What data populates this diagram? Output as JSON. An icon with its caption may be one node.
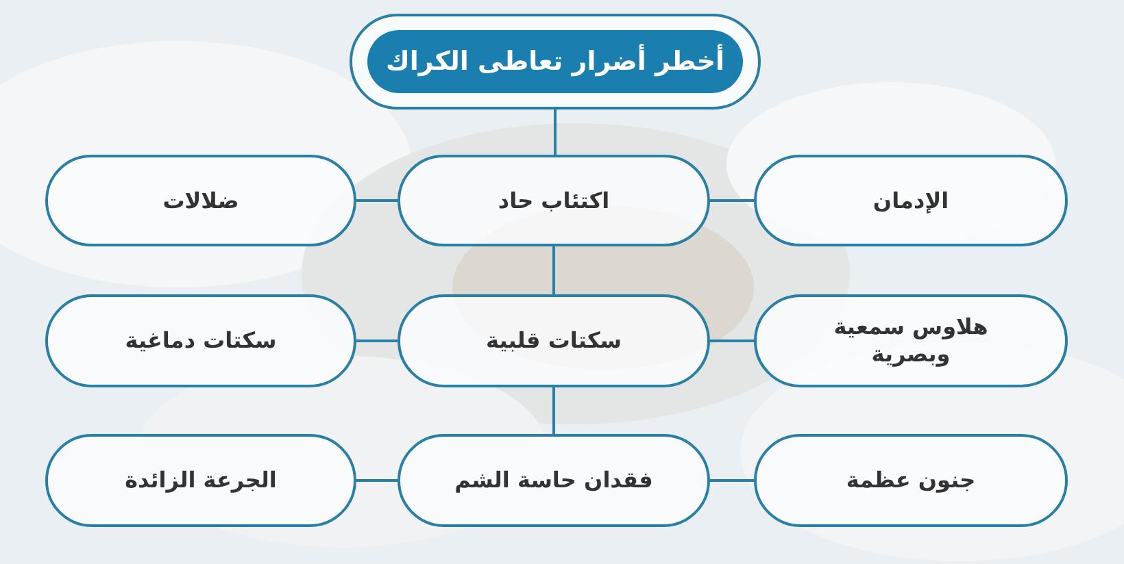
{
  "diagram": {
    "nodes": [
      {
        "text": [
          "أخطر أضرار تعاطى الكراك"
        ]
      },
      {
        "text": [
          "الإدمان"
        ]
      },
      {
        "text": [
          "اكتئاب حاد"
        ]
      },
      {
        "text": [
          "ضلالات"
        ]
      },
      {
        "text": [
          "هلاوس سمعية وبصرية"
        ]
      },
      {
        "text": [
          "سكتات قلبية"
        ]
      },
      {
        "text": [
          "سكتات دماغية"
        ]
      },
      {
        "text": [
          "جنون عظمة"
        ]
      },
      {
        "text": [
          "فقدان حاسة الشم"
        ]
      },
      {
        "text": [
          "الجرعة الزائدة"
        ]
      }
    ],
    "edges": [
      {
        "from": 0,
        "to": 2,
        "arrow": "none"
      },
      {
        "from": 2,
        "to": 1,
        "arrow": "none"
      },
      {
        "from": 2,
        "to": 3,
        "arrow": "none"
      },
      {
        "from": 2,
        "to": 5,
        "arrow": "none"
      },
      {
        "from": 5,
        "to": 4,
        "arrow": "none"
      },
      {
        "from": 5,
        "to": 6,
        "arrow": "none"
      },
      {
        "from": 5,
        "to": 8,
        "arrow": "none"
      },
      {
        "from": 8,
        "to": 7,
        "arrow": "none"
      },
      {
        "from": 8,
        "to": 9,
        "arrow": "none"
      }
    ]
  }
}
